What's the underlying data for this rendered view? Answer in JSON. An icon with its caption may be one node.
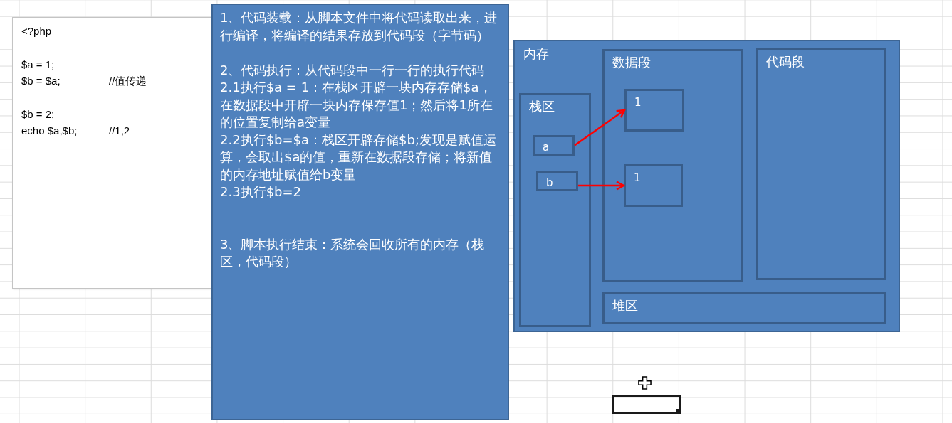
{
  "diagram": {
    "nodes": [
      {
        "text": [
          "<?php",
          "$a = 1;",
          "$b = $a;",
          "//值传递",
          "$b = 2;",
          "echo $a,$b;",
          "//1,2"
        ]
      },
      {
        "text": [
          "1、代码装载：从脚本文件中将代码读取出来，进行编译，将编译的结果存放到代码段（字节码）",
          "2、代码执行：从代码段中一行一行的执行代码",
          "2.1执行$a = 1：在栈区开辟一块内存存储$a，在数据段中开辟一块内存保存值1；然后将1所在的位置复制给a变量",
          "2.2执行$b=$a：栈区开辟存储$b;发现是赋值运算，会取出$a的值，重新在数据段存储；将新值的内存地址赋值给b变量",
          "2.3执行$b=2",
          "3、脚本执行结束：系统会回收所有的内存（栈区，代码段）"
        ]
      },
      {
        "text": [
          "内存"
        ]
      },
      {
        "text": [
          "栈区"
        ],
        "in": 2
      },
      {
        "text": [
          "a"
        ],
        "in": 3
      },
      {
        "text": [
          "b"
        ],
        "in": 3
      },
      {
        "text": [
          "数据段"
        ],
        "in": 2
      },
      {
        "text": [
          "1"
        ],
        "in": 6
      },
      {
        "text": [
          "1"
        ],
        "in": 6
      },
      {
        "text": [
          "代码段"
        ],
        "in": 2
      },
      {
        "text": [
          "堆区"
        ],
        "in": 2
      }
    ],
    "edges": [
      {
        "from": 4,
        "to": 7,
        "arrow": "to"
      },
      {
        "from": 5,
        "to": 8,
        "arrow": "to"
      }
    ]
  }
}
